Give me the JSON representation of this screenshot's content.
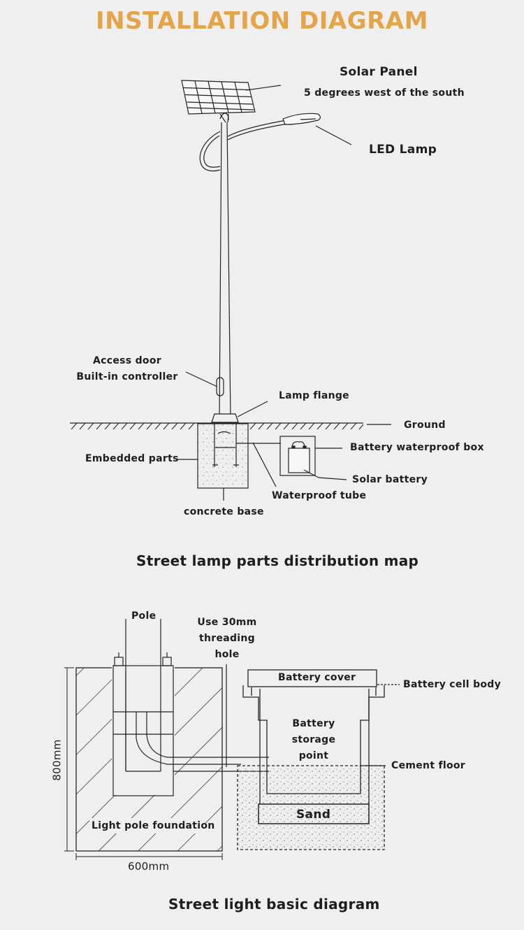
{
  "title": "INSTALLATION DIAGRAM",
  "top_diagram": {
    "solar_panel": "Solar Panel",
    "solar_panel_note": "5 degrees west of the south",
    "led_lamp": "LED Lamp",
    "access_door": "Access door",
    "builtin_controller": "Built-in controller",
    "lamp_flange": "Lamp flange",
    "ground": "Ground",
    "battery_box": "Battery waterproof box",
    "embedded_parts": "Embedded parts",
    "solar_battery": "Solar battery",
    "waterproof_tube": "Waterproof tube",
    "concrete_base": "concrete base",
    "caption": "Street lamp parts distribution map"
  },
  "bottom_diagram": {
    "pole": "Pole",
    "threading_1": "Use 30mm",
    "threading_2": "threading",
    "threading_3": "hole",
    "battery_cover": "Battery cover",
    "battery_cell_body": "Battery cell body",
    "storage_1": "Battery",
    "storage_2": "storage",
    "storage_3": "point",
    "cement_floor": "Cement floor",
    "sand": "Sand",
    "foundation": "Light pole foundation",
    "height": "800mm",
    "width": "600mm",
    "caption": "Street light basic diagram"
  },
  "colors": {
    "title": "#e3a44a",
    "background": "#efefef",
    "line": "#222222"
  }
}
